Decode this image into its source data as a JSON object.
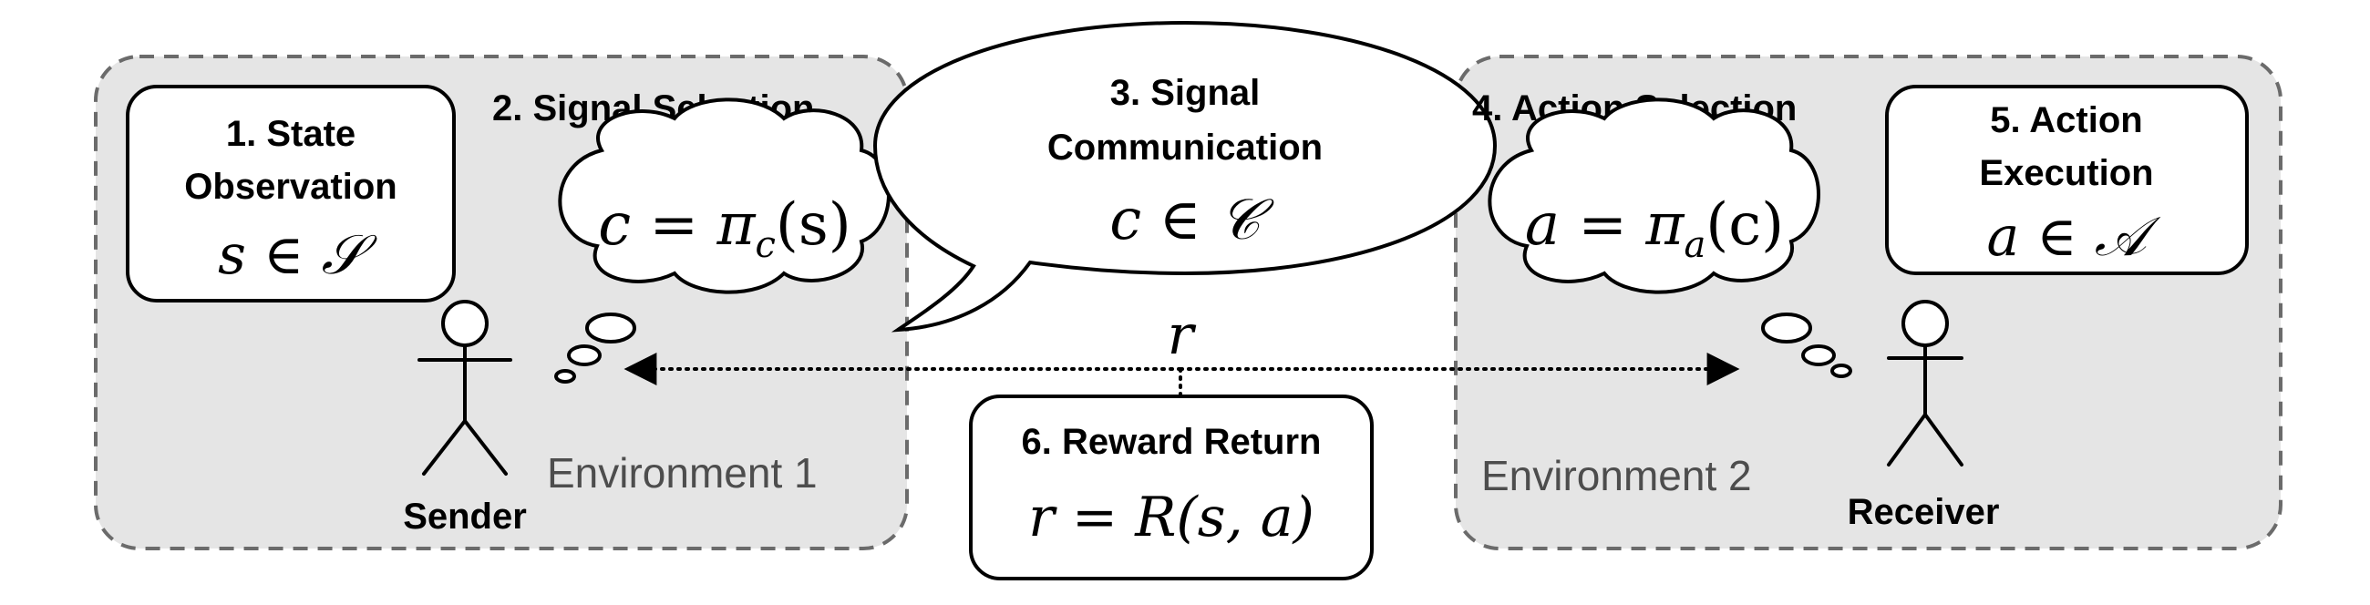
{
  "environments": {
    "left": {
      "label": "Environment 1"
    },
    "right": {
      "label": "Environment 2"
    }
  },
  "actors": {
    "sender": {
      "label": "Sender"
    },
    "receiver": {
      "label": "Receiver"
    }
  },
  "steps": {
    "state_observation": {
      "line1": "1. State",
      "line2": "Observation",
      "formula": "s ∈ 𝒮"
    },
    "signal_selection": {
      "title": "2. Signal Selection",
      "formula_lhs": "c = π",
      "formula_sub": "c",
      "formula_rhs": "(s)"
    },
    "signal_communication": {
      "line1": "3. Signal",
      "line2": "Communication",
      "formula": "c ∈ 𝒞"
    },
    "action_selection": {
      "title": "4. Action Selection",
      "formula_lhs": "a = π",
      "formula_sub": "a",
      "formula_rhs": "(c)"
    },
    "action_execution": {
      "line1": "5. Action",
      "line2": "Execution",
      "formula": "a ∈ 𝒜"
    },
    "reward_return": {
      "title": "6. Reward Return",
      "formula": "r = R(s, a)"
    }
  },
  "reward_symbol": "r",
  "colors": {
    "environment_fill": "#e5e5e5",
    "environment_border": "#6b6b6b",
    "box_fill": "#ffffff",
    "stroke": "#000000",
    "env_label": "#4d4d4d"
  }
}
